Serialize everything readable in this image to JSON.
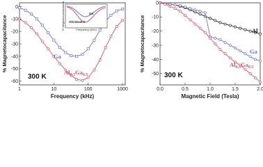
{
  "colors": {
    "al": "#222222",
    "ga": "#6f6fd8",
    "algaas": "#e0506a",
    "frame": "#333333"
  },
  "chart_data": [
    {
      "type": "line",
      "panel": "left",
      "xscale": "log",
      "xlim": [
        1,
        1200
      ],
      "ylim": [
        -63,
        3
      ],
      "xlabel": "Frequency (kHz)",
      "ylabel": "% Magnetocapacitance",
      "xticks": [
        "1",
        "10",
        "100",
        "1000"
      ],
      "yticks": [
        "0",
        "-10",
        "-20",
        "-30",
        "-40",
        "-50",
        "-60"
      ],
      "temperature_label": "300 K",
      "series": [
        {
          "name": "Ga",
          "color_key": "ga",
          "marker": "open-square",
          "x": [
            1,
            1.5,
            2.2,
            3.2,
            4.6,
            6.8,
            10,
            15,
            22,
            32,
            46,
            68,
            100,
            150,
            220,
            320,
            460,
            680,
            1000
          ],
          "y": [
            -1,
            -3,
            -6,
            -10,
            -15,
            -21,
            -27,
            -33,
            -37,
            -39.5,
            -40,
            -38.5,
            -34,
            -27,
            -19,
            -12,
            -7,
            -3.5,
            -2
          ]
        },
        {
          "name": "Al0.5Ga0.5",
          "label_main": "Al",
          "label_sub1": "0.5",
          "label_mid": "Ga",
          "label_sub2": "0.5",
          "color_key": "algaas",
          "marker": "open-circle",
          "x": [
            1,
            1.5,
            2.2,
            3.2,
            4.6,
            6.8,
            10,
            15,
            22,
            32,
            46,
            68,
            100,
            150,
            220,
            320,
            460,
            680,
            1000
          ],
          "y": [
            -10,
            -13,
            -17,
            -22,
            -28,
            -34,
            -40,
            -46,
            -51,
            -55.5,
            -58.5,
            -59.5,
            -57,
            -51,
            -43,
            -33,
            -24,
            -16,
            -11
          ]
        }
      ],
      "inset": {
        "xlabel": "Frequency (kHz)",
        "ylabel": "% Magnetoconductance",
        "labels": [
          "Ga",
          "Al0.5Ga0.5"
        ],
        "xticks": [
          "1",
          "10",
          "100",
          "1000"
        ],
        "yticks": [
          "0",
          "-10",
          "-20"
        ]
      }
    },
    {
      "type": "line",
      "panel": "right",
      "xlim": [
        0,
        2.0
      ],
      "ylim": [
        -58,
        0
      ],
      "xlabel": "Magnetic Field (Tesla)",
      "ylabel": "% Magnetocapacitance",
      "xticks": [
        "0.0",
        "0.5",
        "1.0",
        "1.5",
        "2.0"
      ],
      "yticks": [
        "0",
        "-10",
        "-20",
        "-30",
        "-40",
        "-50"
      ],
      "temperature_label": "300 K",
      "series": [
        {
          "name": "Al",
          "color_key": "al",
          "marker": "open-circle",
          "x": [
            0,
            0.1,
            0.2,
            0.3,
            0.4,
            0.5,
            0.6,
            0.7,
            0.8,
            0.9,
            1.0,
            1.1,
            1.2,
            1.3,
            1.4,
            1.5,
            1.6,
            1.7,
            1.8,
            1.9,
            2.0
          ],
          "y": [
            0,
            -0.5,
            -1,
            -1.5,
            -2.5,
            -3.5,
            -5,
            -6.5,
            -8,
            -9.5,
            -11,
            -12.5,
            -14,
            -15,
            -16,
            -17,
            -18,
            -19,
            -20,
            -21,
            -22
          ]
        },
        {
          "name": "Ga",
          "color_key": "ga",
          "marker": "open-circle",
          "x": [
            0,
            0.1,
            0.2,
            0.3,
            0.4,
            0.5,
            0.6,
            0.7,
            0.8,
            0.9,
            1.0,
            1.1,
            1.2,
            1.3,
            1.4,
            1.5,
            1.6,
            1.7,
            1.8,
            1.9,
            2.0
          ],
          "y": [
            0,
            -0.5,
            -1,
            -1.5,
            -2,
            -3,
            -4,
            -5,
            -6,
            -7,
            -24,
            -25,
            -26,
            -28,
            -30,
            -32,
            -34,
            -36,
            -38,
            -40,
            -41
          ]
        },
        {
          "name": "Al0.5Ga0.5",
          "label_main": "Al",
          "label_sub1": "0.5",
          "label_mid": "Ga",
          "label_sub2": "0.5",
          "color_key": "algaas",
          "marker": "open-circle",
          "x": [
            0,
            0.1,
            0.2,
            0.3,
            0.4,
            0.5,
            0.6,
            0.7,
            0.8,
            0.9,
            1.0,
            1.1,
            1.2,
            1.3,
            1.4,
            1.5,
            1.6,
            1.7,
            1.8,
            1.9,
            2.0
          ],
          "y": [
            0,
            -1,
            -2.5,
            -4,
            -6,
            -9,
            -12,
            -15,
            -18,
            -21,
            -25,
            -29,
            -33,
            -36,
            -39,
            -42,
            -44,
            -47,
            -50,
            -53,
            -56
          ]
        }
      ]
    }
  ]
}
